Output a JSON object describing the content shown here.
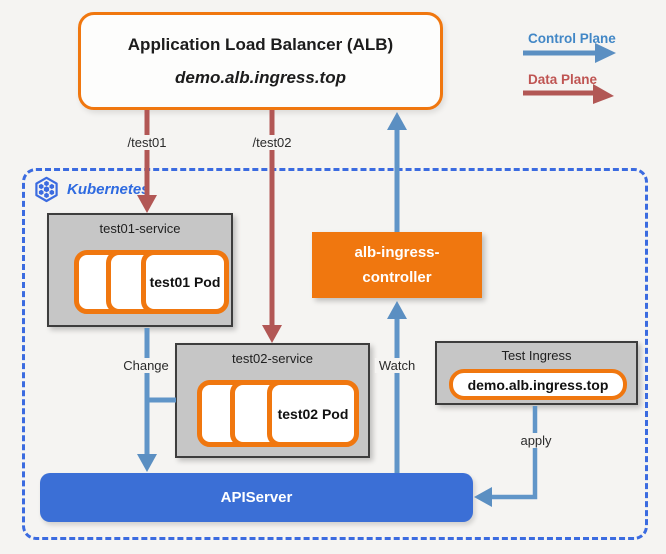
{
  "colors": {
    "accent_orange": "#f0770f",
    "apiserver_blue": "#3b6fd6",
    "control_plane_blue": "#5b8fc2",
    "data_plane_red": "#b25755",
    "cluster_border_blue": "#3b6be0",
    "service_gray": "#c6c6c6",
    "background": "#f5f4f2"
  },
  "alb": {
    "title": "Application Load Balancer (ALB)",
    "host": "demo.alb.ingress.top"
  },
  "legend": {
    "control_plane": "Control Plane",
    "data_plane": "Data Plane"
  },
  "cluster": {
    "label": "Kubernetes"
  },
  "services": [
    {
      "title": "test01-service",
      "pod_label": "test01 Pod"
    },
    {
      "title": "test02-service",
      "pod_label": "test02 Pod"
    }
  ],
  "controller": {
    "label_line1": "alb-ingress-",
    "label_line2": "controller"
  },
  "test_ingress": {
    "title": "Test Ingress",
    "host": "demo.alb.ingress.top"
  },
  "apiserver": {
    "label": "APIServer"
  },
  "edge_labels": {
    "route1": "/test01",
    "route2": "/test02",
    "change": "Change",
    "watch": "Watch",
    "apply": "apply"
  }
}
